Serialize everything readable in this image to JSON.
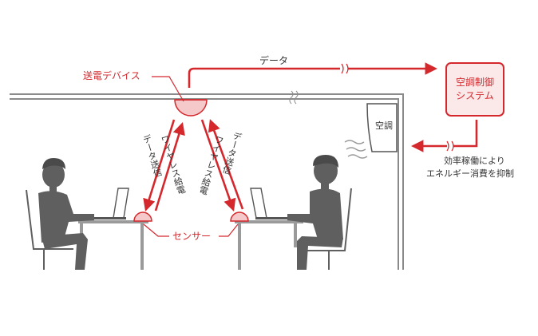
{
  "labels": {
    "power_device": "送電デバイス",
    "data": "データ",
    "control_system_line1": "空調制御",
    "control_system_line2": "システム",
    "ac_unit": "空調",
    "effect_line1": "効率稼働により",
    "effect_line2": "エネルギー消費を抑制",
    "sensor": "センサー",
    "data_transmit_left": "データ送信",
    "wireless_power_left": "ワイヤレス給電",
    "wireless_power_right": "ワイヤレス給電",
    "data_transmit_right": "データ送信"
  },
  "colors": {
    "accent_red": "#d4282d",
    "device_fill": "#f5c9c9",
    "box_fill": "#fbe9e9",
    "person_gray": "#5f5f5f",
    "furniture_gray": "#9a9a9a"
  }
}
